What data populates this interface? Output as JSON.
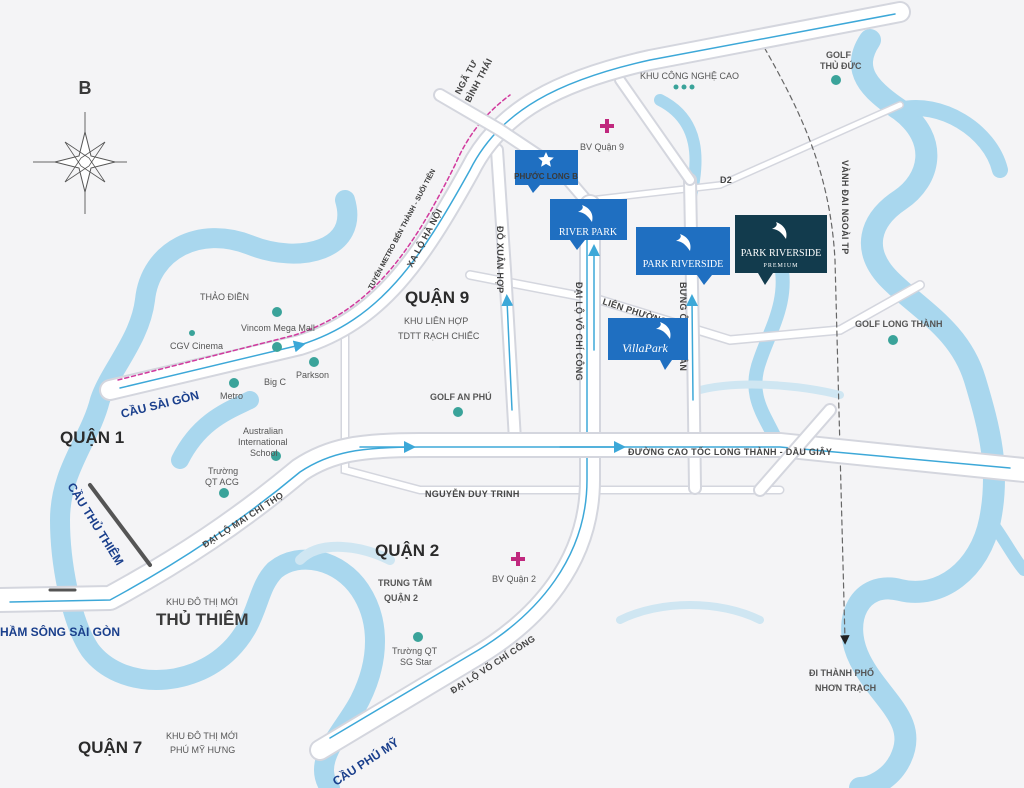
{
  "compass": {
    "north_label": "B"
  },
  "districts": {
    "q1": "QUẬN 1",
    "q2": "QUẬN 2",
    "q7": "QUẬN 7",
    "q9": "QUẬN 9",
    "thu_thiem": "THỦ THIÊM"
  },
  "areas": {
    "thao_dien": "THẢO ĐIỀN",
    "khu_lien_hop_1": "KHU LIÊN HỢP",
    "khu_lien_hop_2": "TDTT RẠCH CHIẾC",
    "ktm_thu_thiem": "KHU ĐÔ THỊ MỚI",
    "tt_q2_1": "TRUNG TÂM",
    "tt_q2_2": "QUẬN 2",
    "pmh_1": "KHU ĐÔ THỊ MỚI",
    "pmh_2": "PHÚ MỸ HƯNG",
    "khu_cnc": "KHU CÔNG NGHỆ CAO",
    "nhon_trach_1": "ĐI THÀNH PHỐ",
    "nhon_trach_2": "NHƠN TRẠCH"
  },
  "pois": {
    "cgv": "CGV Cinema",
    "vincom": "Vincom Mega Mall",
    "metro": "Metro",
    "bigc": "Big C",
    "parkson": "Parkson",
    "australian_1": "Australian",
    "australian_2": "International",
    "australian_3": "School",
    "acg_1": "Trường",
    "acg_2": "QT ACG",
    "golf_an_phu": "GOLF AN PHÚ",
    "golf_thu_duc_1": "GOLF",
    "golf_thu_duc_2": "THỦ ĐỨC",
    "golf_long_thanh": "GOLF LONG THÀNH",
    "sgstar_1": "Trường QT",
    "sgstar_2": "SG Star",
    "bv_q9": "BV Quận 9",
    "bv_q2": "BV Quận 2"
  },
  "roads": {
    "xa_lo_ha_noi": "XA LỘ HÀ NỘI",
    "metro_line": "TUYẾN METRO BẾN THÀNH - SUỐI TIÊN",
    "nga_tu_1": "NGÃ TƯ",
    "nga_tu_2": "BÌNH THÁI",
    "do_xuan_hop": "ĐỖ XUÂN HỢP",
    "dai_lo_vo_chi_cong_n": "ĐẠI LỘ VÕ CHÍ CÔNG",
    "dai_lo_vo_chi_cong_s": "ĐẠI LỘ VÕ CHÍ CÔNG",
    "lien_phuong": "LIÊN PHƯỜNG",
    "bung_ong_thoan": "BƯNG ÔNG THOÀN",
    "vanh_dai": "VÀNH ĐAI NGOÀI TP",
    "d2": "D2",
    "cao_toc": "ĐƯỜNG CAO TỐC LONG THÀNH - DẦU GIÂY",
    "nguyen_duy_trinh": "NGUYỄN DUY TRINH",
    "mai_chi_tho": "ĐẠI LỘ MAI CHÍ THỌ"
  },
  "bridges": {
    "cau_sai_gon": "CẦU SÀI GÒN",
    "cau_thu_thiem": "CẦU THỦ THIÊM",
    "ham_song_sai_gon": "HẦM SÔNG SÀI GÒN",
    "cau_phu_my": "CẦU PHÚ MỸ"
  },
  "projects": {
    "phuoc_long_b": "PHƯỚC LONG B",
    "river_park": "RIVER PARK",
    "park_riverside": "PARK RIVERSIDE",
    "park_riverside_premium_1": "PARK RIVERSIDE",
    "park_riverside_premium_2": "PREMIUM",
    "villa_park": "VillaPark"
  },
  "colors": {
    "river": "#a9d7ee",
    "road_fill": "#ffffff",
    "road_edge": "#d4d6de",
    "road_line": "#3da8d8",
    "pin_blue": "#1f6fc1",
    "pin_dark": "#123b4d",
    "poi": "#3aa39a",
    "hospital": "#c0287e",
    "metro_line": "#d13a9e",
    "bridge_text": "#1a3f8c"
  }
}
